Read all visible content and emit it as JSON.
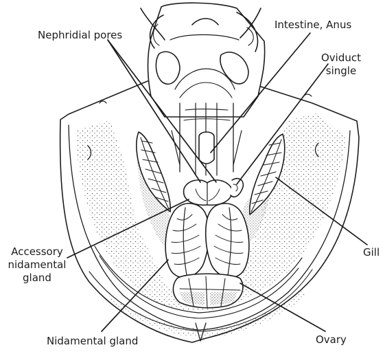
{
  "colors": {
    "ink": "#1c1c1c",
    "paper": "#ffffff"
  },
  "labels": {
    "nephridial_pores": "Nephridial pores",
    "intestine_anus": "Intestine, Anus",
    "oviduct": [
      "Oviduct",
      "single"
    ],
    "accessory_nidamental_gland": [
      "Accessory",
      "nidamental",
      "gland"
    ],
    "gill": "Gill",
    "nidamental_gland": "Nidamental gland",
    "ovary": "Ovary"
  }
}
